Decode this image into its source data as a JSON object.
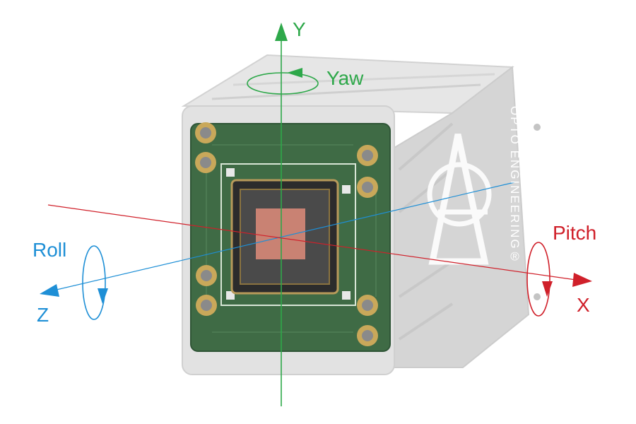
{
  "labels": {
    "y": "Y",
    "yaw": "Yaw",
    "roll": "Roll",
    "z": "Z",
    "pitch": "Pitch",
    "x": "X"
  },
  "brand": "OPTO ENGINEERING®",
  "colors": {
    "y_axis": "#2ea84a",
    "z_axis": "#1e8fd6",
    "x_axis": "#d0202a",
    "housing": "#d9d9d9",
    "pcb": "#3f6b45",
    "sensor": "#c98273"
  }
}
